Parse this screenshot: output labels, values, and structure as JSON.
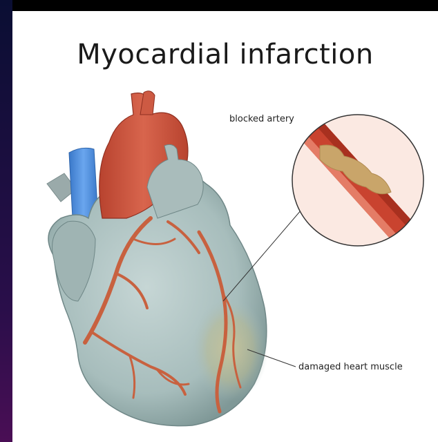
{
  "title": "Myocardial infarction",
  "labels": {
    "blocked_artery": "blocked artery",
    "damaged_muscle": "damaged heart muscle"
  },
  "colors": {
    "heart": "#a9bcbc",
    "heart_shadow": "#8ea4a4",
    "aorta": "#c9523c",
    "vena_cava": "#4d8fdc",
    "artery": "#c8613f",
    "plaque": "#c9a56a",
    "infarct": "#c9c7a0"
  }
}
